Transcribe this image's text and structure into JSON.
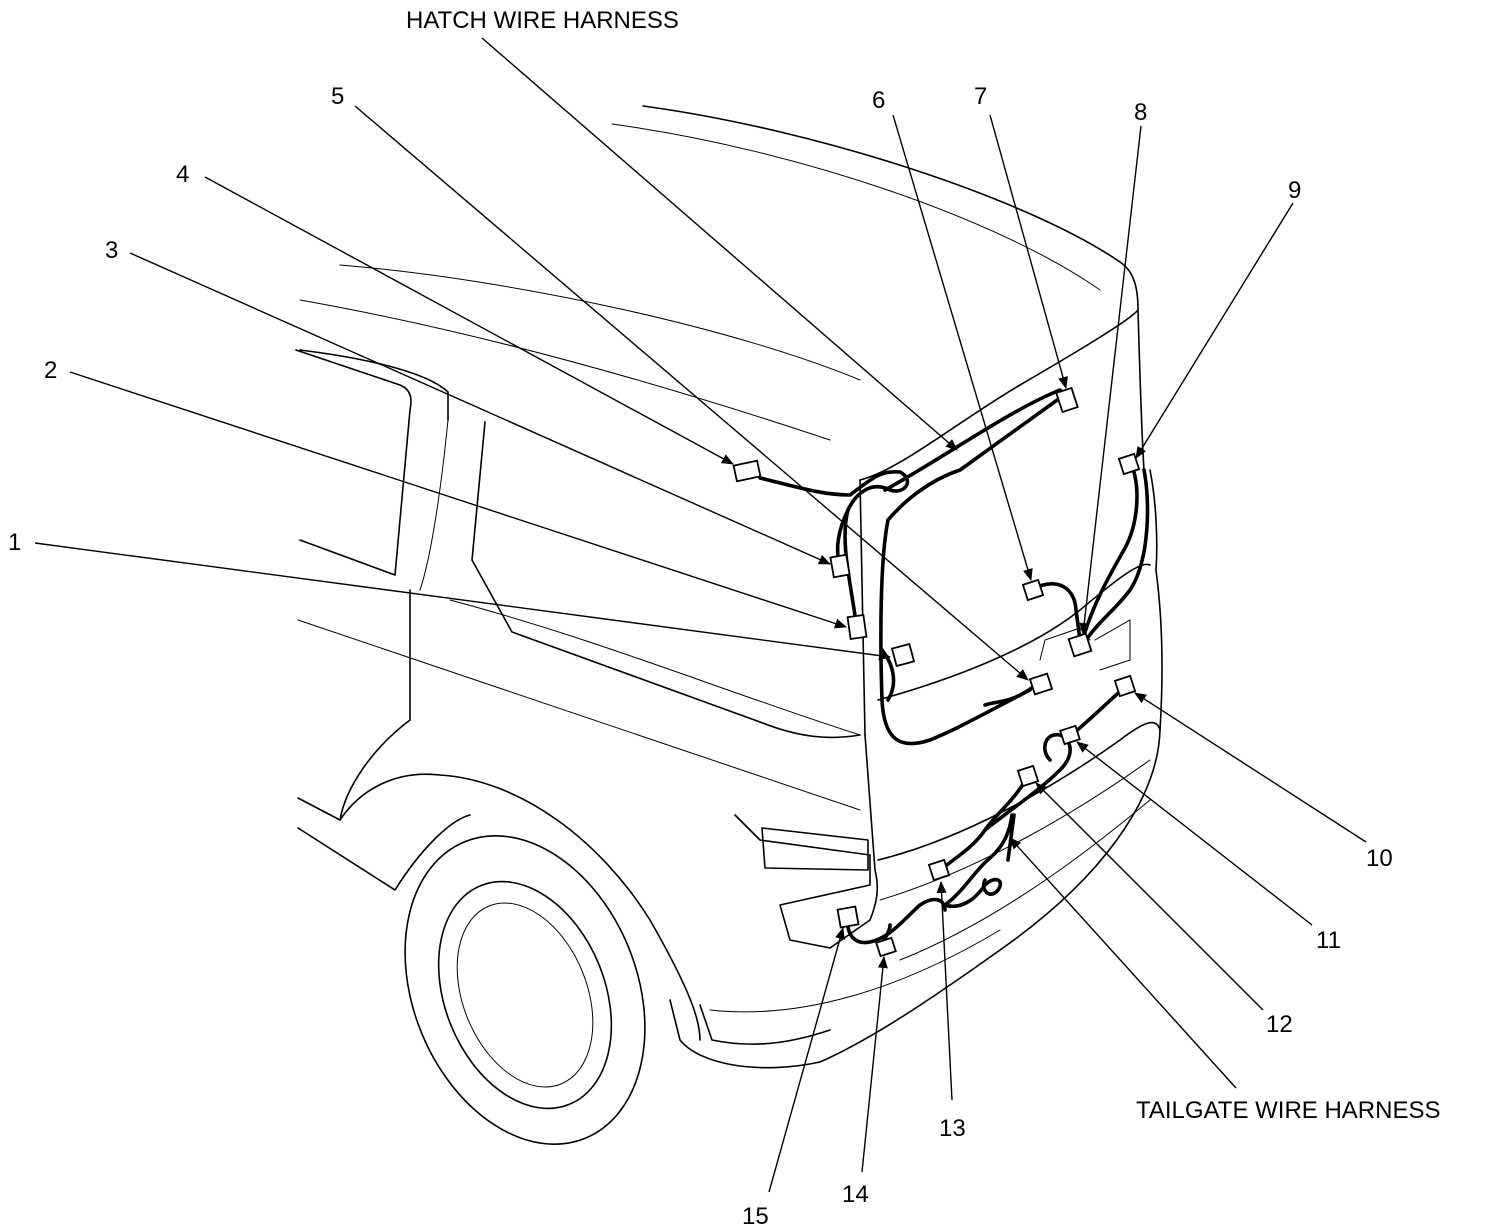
{
  "harness_labels": {
    "hatch": "HATCH WIRE HARNESS",
    "tailgate": "TAILGATE WIRE HARNESS"
  },
  "callouts": [
    {
      "id": "1",
      "text": "1"
    },
    {
      "id": "2",
      "text": "2"
    },
    {
      "id": "3",
      "text": "3"
    },
    {
      "id": "4",
      "text": "4"
    },
    {
      "id": "5",
      "text": "5"
    },
    {
      "id": "6",
      "text": "6"
    },
    {
      "id": "7",
      "text": "7"
    },
    {
      "id": "8",
      "text": "8"
    },
    {
      "id": "9",
      "text": "9"
    },
    {
      "id": "10",
      "text": "10"
    },
    {
      "id": "11",
      "text": "11"
    },
    {
      "id": "12",
      "text": "12"
    },
    {
      "id": "13",
      "text": "13"
    },
    {
      "id": "14",
      "text": "14"
    },
    {
      "id": "15",
      "text": "15"
    }
  ]
}
